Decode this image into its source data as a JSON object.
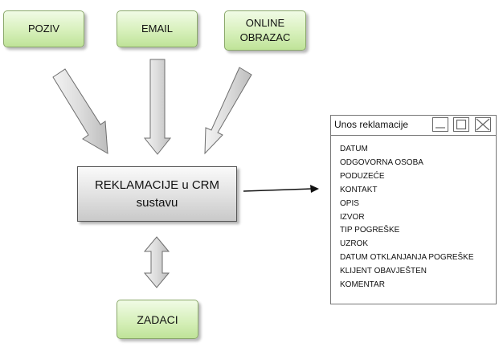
{
  "sources": {
    "poziv": "POZIV",
    "email": "EMAIL",
    "online": "ONLINE\nOBRAZAC"
  },
  "center": {
    "label": "REKLAMACIJE  u CRM\nsustavu"
  },
  "task": {
    "label": "ZADACI"
  },
  "form_window": {
    "title": "Unos reklamacije",
    "fields": [
      "DATUM",
      "ODGOVORNA OSOBA",
      "PODUZEĆE",
      "KONTAKT",
      "OPIS",
      "IZVOR",
      "TIP POGREŠKE",
      "UZROK",
      "DATUM OTKLANJANJA POGREŠKE",
      "KLIJENT OBAVJEŠTEN",
      "KOMENTAR"
    ]
  }
}
